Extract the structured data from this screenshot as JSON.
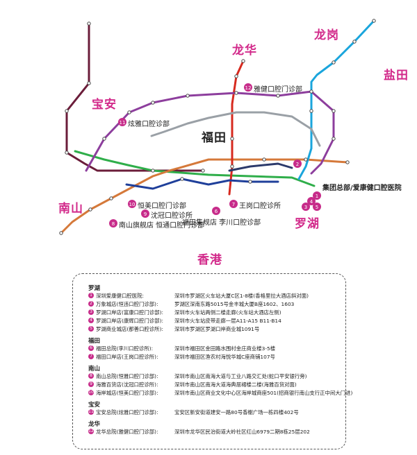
{
  "districts": {
    "longgang": "龙岗",
    "yantian": "盐田",
    "longhua": "龙华",
    "baoan": "宝安",
    "futian": "福田",
    "nanshan": "南山",
    "luohu": "罗湖",
    "hongkong": "香港"
  },
  "pins": [
    {
      "num": "1",
      "label": "集团总部/爱康健口腔医院"
    },
    {
      "num": "2",
      "label": ""
    },
    {
      "num": "3",
      "label": ""
    },
    {
      "num": "4",
      "label": ""
    },
    {
      "num": "5",
      "label": ""
    },
    {
      "num": "6",
      "label": "福田集规店 李川口腔诊部"
    },
    {
      "num": "7",
      "label": "王岗口腔诊所"
    },
    {
      "num": "8",
      "label": "南山旗舰店 恒通口腔门诊部"
    },
    {
      "num": "9",
      "label": "沈冠口腔诊所"
    },
    {
      "num": "10",
      "label": "恒美口腔门诊部"
    },
    {
      "num": "11",
      "label": "炫雅口腔诊部"
    },
    {
      "num": "12",
      "label": "雅健口腔门诊部"
    }
  ],
  "line_colors": {
    "line1": "#2fae4a",
    "line2": "#d5793a",
    "line3": "#1aa5dc",
    "line4": "#d72a1f",
    "line5": "#8d3e9d",
    "line7": "#1f3f9a",
    "line9": "#9aa0a6",
    "line11": "#6b1d3a",
    "brand": "#c72c8a"
  },
  "legend": {
    "groups": [
      {
        "title": "罗湖",
        "items": [
          {
            "num": "1",
            "name": "深圳爱康健口腔医院:",
            "addr": "深圳市罗湖区火车站大厦C区1-8楼(香格里拉大酒店斜对面)"
          },
          {
            "num": "2",
            "name": "万象城店(恒违口腔门诊部):",
            "addr": "罗湖区深南东路5015号金丰城大厦B座1602、1603"
          },
          {
            "num": "3",
            "name": "罗湖口岸店(富康口腔门诊部):",
            "addr": "深圳市火车站两侧二楼走廊(火车站大酒店左侧)"
          },
          {
            "num": "4",
            "name": "罗湖口岸店(康辉口腔门诊部):",
            "addr": "深圳市火车站皮带走廊一层A11-A15 B11-B14"
          },
          {
            "num": "5",
            "name": "罗湖商业城店(那善口腔诊所):",
            "addr": "深圳市罗湖区罗湖口岸商业城1091号"
          }
        ]
      },
      {
        "title": "福田",
        "items": [
          {
            "num": "6",
            "name": "福田总院(李川口腔诊所):",
            "addr": "深圳市福田区金田路水围村金庄商业楼3-5楼"
          },
          {
            "num": "7",
            "name": "福田口岸店(王岗口腔诊所):",
            "addr": "深圳市福田区渔农村海悦华城C座商铺107号"
          }
        ]
      },
      {
        "title": "南山",
        "items": [
          {
            "num": "8",
            "name": "南山总院(恒雅口腔门诊部):",
            "addr": "深圳市南山区南海大道与工业八路交汇处(蛇口平安银行旁)"
          },
          {
            "num": "9",
            "name": "海雅百货店(沈冠口腔诊所):",
            "addr": "深圳市南山区南海大道海典居裙楼二楼(海雅百货对面)"
          },
          {
            "num": "10",
            "name": "海岸城店(恒美口腔门诊部):",
            "addr": "深圳市南山区商业文化中心区海岸城商座501(招商银行南山支行正中间大门进)"
          }
        ]
      },
      {
        "title": "宝安",
        "items": [
          {
            "num": "11",
            "name": "宝安总院(炫雅口腔门诊部):",
            "addr": "宝安区新安街道建安一路80号香榭广场一栋四楼402号"
          }
        ]
      },
      {
        "title": "龙华",
        "items": [
          {
            "num": "12",
            "name": "龙华总院(雅健口腔门诊部):",
            "addr": "深圳市龙华区民治街道大岭社区红山6979二期8栋25层202"
          }
        ]
      }
    ]
  }
}
